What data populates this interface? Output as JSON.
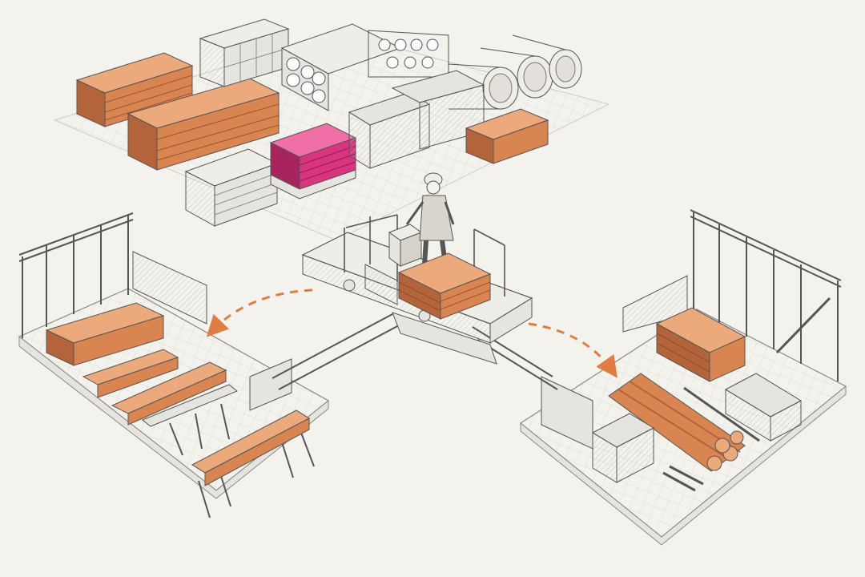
{
  "palette": {
    "paper": "#f4f2ed",
    "ink": "#555555",
    "ink_light": "#9a9890",
    "timber": "#d98552",
    "timber_dark": "#b4643a",
    "timber_light": "#eba97c",
    "highlight": "#d9357e",
    "highlight_dark": "#a8245e",
    "highlight_light": "#ef6fa6",
    "arrow": "#e07d45",
    "metal": "#e6e4de",
    "metal_dark": "#b9b6ad"
  },
  "scene": {
    "storage_yard": {
      "items": [
        "timber-stack",
        "timber-stack",
        "timber-stack",
        "highlighted-pallet",
        "crated-pallet",
        "panel-stack",
        "pipe-rack",
        "concrete-pipes",
        "mesh-bins"
      ]
    },
    "transfer_cart": {
      "operator": "worker-with-hard-hat",
      "load": "timber-stack"
    },
    "left_station": {
      "items": [
        "wall-frame",
        "timber-stack",
        "lumber-on-sawhorses"
      ]
    },
    "right_station": {
      "items": [
        "wall-frame",
        "timber-stack",
        "pipe-bundle",
        "mesh-bins"
      ]
    },
    "flows": [
      {
        "from": "transfer_cart",
        "to": "left_station"
      },
      {
        "from": "transfer_cart",
        "to": "right_station"
      }
    ]
  }
}
